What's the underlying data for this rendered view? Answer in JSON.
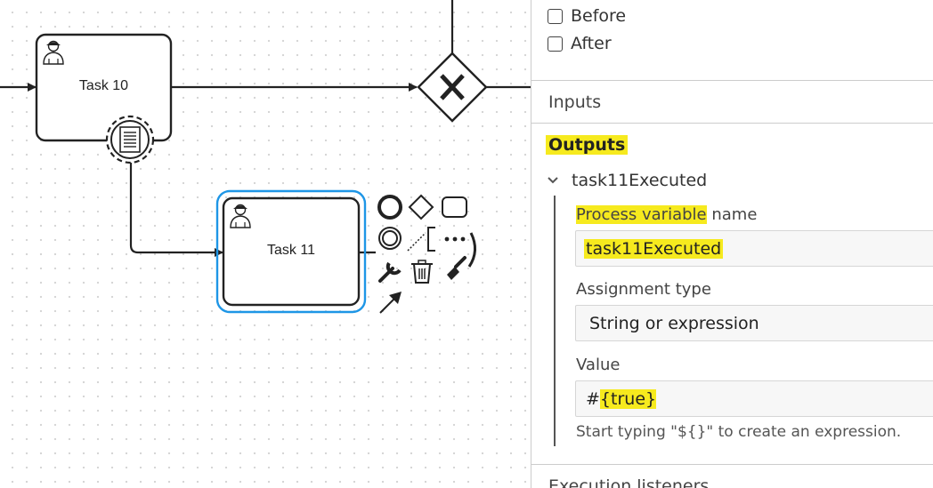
{
  "diagram": {
    "task10": {
      "label": "Task 10"
    },
    "task11": {
      "label": "Task 11"
    },
    "gateway": {
      "symbol": "X"
    }
  },
  "panel": {
    "checkboxes": [
      {
        "label": "Before",
        "checked": false
      },
      {
        "label": "After",
        "checked": false
      }
    ],
    "inputs_header": "Inputs",
    "outputs_header": "Outputs",
    "output_item": {
      "name": "task11Executed",
      "process_variable_label": {
        "hl": "Process variable",
        "rest": " name"
      },
      "process_variable_value": "task11Executed",
      "assignment_type_label": "Assignment type",
      "assignment_type_value": "String or expression",
      "value_label": "Value",
      "value_prefix": "#",
      "value_highlight": "{true}",
      "hint": "Start typing \"${}\" to create an expression."
    },
    "next_section": "Execution listeners"
  },
  "colors": {
    "selection": "#1e96e6",
    "highlight": "#f6ea1e"
  }
}
